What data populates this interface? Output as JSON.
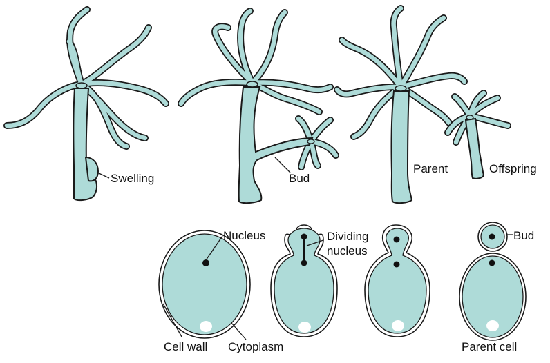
{
  "colors": {
    "body_fill": "#aedbd8",
    "outline": "#1a1a1a",
    "vacuole": "#ffffff"
  },
  "hydra_labels": {
    "swelling": "Swelling",
    "bud": "Bud",
    "parent": "Parent",
    "offspring": "Offspring"
  },
  "yeast_labels": {
    "nucleus": "Nucleus",
    "dividing_line1": "Dividing",
    "dividing_line2": "nucleus",
    "bud": "Bud",
    "cell_wall": "Cell wall",
    "cytoplasm": "Cytoplasm",
    "parent_cell": "Parent cell"
  }
}
